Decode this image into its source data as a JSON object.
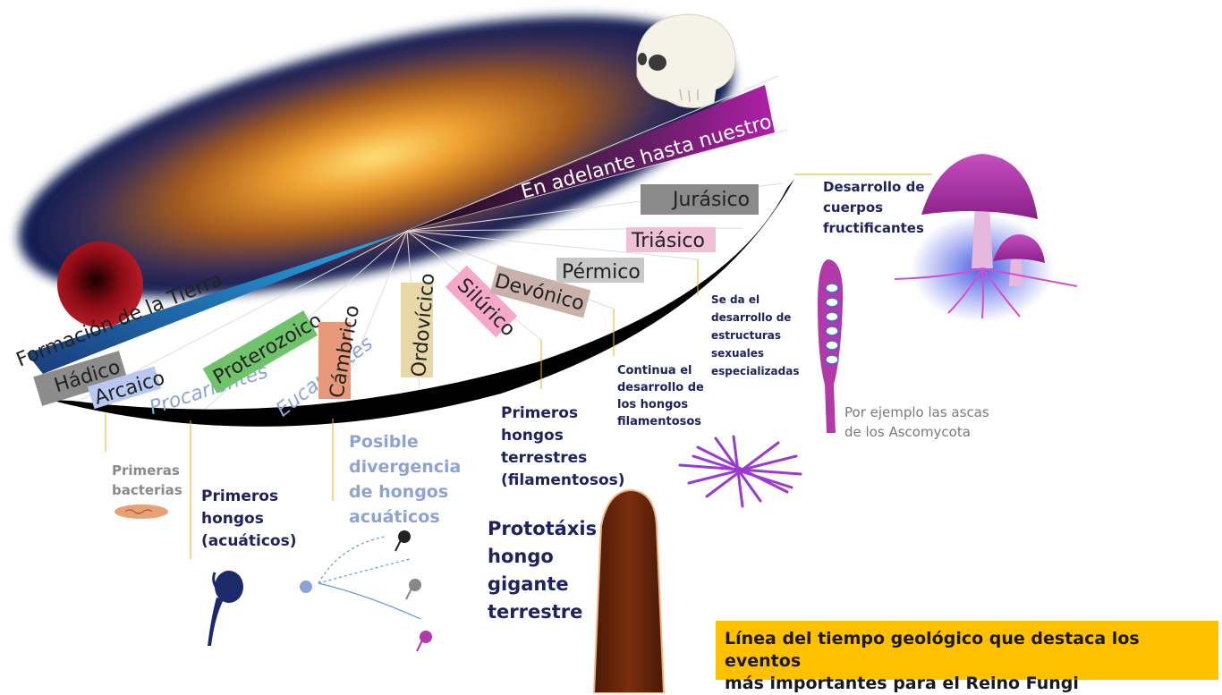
{
  "caption": {
    "line1": "Línea del tiempo geológico que destaca los eventos",
    "line2": "más importantes para el Reino Fungi"
  },
  "timeline": {
    "origin": "Formación de la Tierra",
    "present": "En adelante hasta nuestros días",
    "eras": {
      "hadico": "Hádico",
      "arcaico": "Arcaico",
      "procariontes": "Procariontes",
      "proterozoico": "Proterozoico",
      "eucariontes": "Eucariontes",
      "cambrico": "Cámbrico",
      "ordovicico": "Ordovícico",
      "silurico": "Silúrico",
      "devonico": "Devónico",
      "permico": "Pérmico",
      "triasico": "Triásico",
      "jurasico": "Jurásico"
    }
  },
  "events": {
    "primeras_bacterias": [
      "Primeras",
      "bacterias"
    ],
    "primeros_hongos_acuaticos": [
      "Primeros",
      "hongos",
      "(acuáticos)"
    ],
    "divergencia": [
      "Posible",
      "divergencia",
      "de hongos",
      "acuáticos"
    ],
    "hongos_terrestres": [
      "Primeros",
      "hongos",
      "terrestres",
      "(filamentosos)"
    ],
    "prototaxis": [
      "Prototáxis",
      "hongo",
      "gigante",
      "terrestre"
    ],
    "filamentosos": [
      "Continua el",
      "desarrollo de",
      "los hongos",
      "filamentosos"
    ],
    "sexuales": [
      "Se da el",
      "desarrollo de",
      "estructuras",
      "sexuales",
      "especializadas"
    ],
    "ascas": [
      "Por ejemplo las ascas",
      "de los Ascomycota"
    ],
    "fructificantes": [
      "Desarrollo de",
      "cuerpos",
      "fructificantes"
    ]
  },
  "colors": {
    "caption_bg": "#ffc000",
    "note_text": "#1f2260",
    "fungi_purple": "#b23aa8"
  }
}
